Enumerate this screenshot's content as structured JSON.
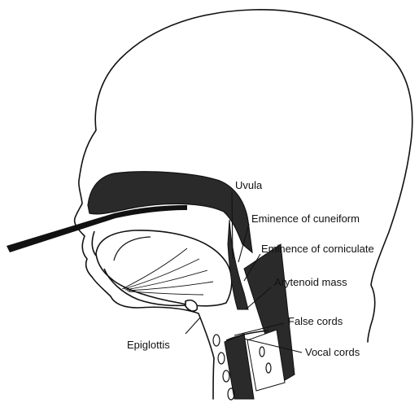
{
  "labels": {
    "uvula": "Uvula",
    "cuneiform": "Eminence of cuneiform",
    "corniculate": "Eminence of corniculate",
    "arytenoid": "Arytenoid mass",
    "false_cords": "False cords",
    "vocal_cords": "Vocal cords",
    "epiglottis": "Epiglottis"
  },
  "colors": {
    "ink": "#111111",
    "tissue": "#2a2a2a",
    "background": "#ffffff"
  }
}
